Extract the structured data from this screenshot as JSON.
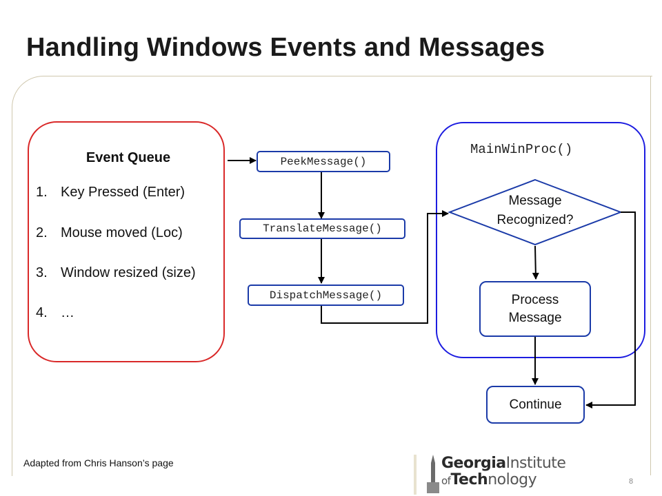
{
  "title": "Handling Windows Events and Messages",
  "event_queue": {
    "title": "Event Queue",
    "items": [
      {
        "num": "1.",
        "text": "Key Pressed (Enter)"
      },
      {
        "num": "2.",
        "text": "Mouse moved (Loc)"
      },
      {
        "num": "3.",
        "text": "Window resized (size)"
      },
      {
        "num": "4.",
        "text": "…"
      }
    ]
  },
  "functions": {
    "peek": "PeekMessage()",
    "translate": "TranslateMessage()",
    "dispatch": "DispatchMessage()"
  },
  "winproc": {
    "title": "MainWinProc()",
    "decision": "Message Recognized?",
    "process": "Process Message",
    "continue": "Continue"
  },
  "footnote": "Adapted from Chris Hanson’s page",
  "page_number": "8",
  "logo": {
    "line1_bold": "Georgia",
    "line1_light": "Institute",
    "line2_small": "of",
    "line2_bold": "Tech",
    "line2_light": "nology"
  },
  "colors": {
    "queue_border": "#d92828",
    "proc_border": "#1c1ce0",
    "box_border": "#1a3aa8"
  }
}
